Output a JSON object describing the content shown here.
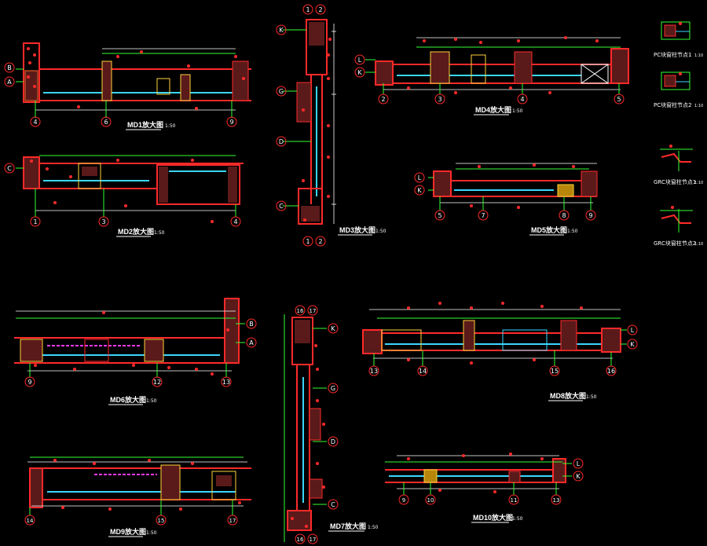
{
  "drawings": [
    {
      "id": "md1",
      "title": "MD1放大图",
      "scale": "1:50",
      "grid_bottom": [
        "4",
        "6",
        "9"
      ],
      "grid_side": [
        "B",
        "A"
      ]
    },
    {
      "id": "md2",
      "title": "MD2放大图",
      "scale": "1:50",
      "grid_bottom": [
        "1",
        "3",
        "4"
      ],
      "grid_side": [
        "C"
      ]
    },
    {
      "id": "md3",
      "title": "MD3放大图",
      "scale": "1:50",
      "grid_top": [
        "1",
        "2"
      ],
      "grid_bottom": [
        "1",
        "2"
      ],
      "grid_side": [
        "K",
        "G",
        "D",
        "C"
      ]
    },
    {
      "id": "md4",
      "title": "MD4放大图",
      "scale": "1:50",
      "grid_bottom": [
        "2",
        "3",
        "4",
        "5"
      ],
      "grid_side": [
        "L",
        "K"
      ]
    },
    {
      "id": "md5",
      "title": "MD5放大图",
      "scale": "1:50",
      "grid_bottom": [
        "5",
        "7",
        "8",
        "9"
      ],
      "grid_side": [
        "L",
        "K"
      ]
    },
    {
      "id": "md6",
      "title": "MD6放大图",
      "scale": "1:50",
      "grid_bottom": [
        "9",
        "12",
        "13"
      ],
      "grid_side": [
        "B",
        "A"
      ]
    },
    {
      "id": "md7",
      "title": "MD7放大图",
      "scale": "1:50",
      "grid_top": [
        "16",
        "17"
      ],
      "grid_bottom": [
        "16",
        "17"
      ],
      "grid_side": [
        "K",
        "G",
        "D",
        "C"
      ]
    },
    {
      "id": "md8",
      "title": "MD8放大图",
      "scale": "1:50",
      "grid_bottom": [
        "13",
        "14",
        "15",
        "16"
      ],
      "grid_side": [
        "L",
        "K"
      ]
    },
    {
      "id": "md9",
      "title": "MD9放大图",
      "scale": "1:50",
      "grid_bottom": [
        "14",
        "15",
        "17"
      ],
      "grid_side": []
    },
    {
      "id": "md10",
      "title": "MD10放大图",
      "scale": "1:50",
      "grid_bottom": [
        "9",
        "10",
        "11",
        "13"
      ],
      "grid_side": [
        "L",
        "K"
      ]
    }
  ],
  "details": [
    {
      "id": "pc1",
      "title": "PC块窗柱节点1",
      "scale": "1:10"
    },
    {
      "id": "pc2",
      "title": "PC块窗柱节点2",
      "scale": "1:10"
    },
    {
      "id": "grc1",
      "title": "GRC块窗柱节点1",
      "scale": "1:10"
    },
    {
      "id": "grc2",
      "title": "GRC块窗柱节点2",
      "scale": "1:10"
    }
  ],
  "colors": {
    "background": "#000000",
    "wall": "#ff2a2a",
    "glass": "#3ad6ff",
    "dim": "#ffffff",
    "grid_bubble": "#ff2a2a",
    "grid_line": "#33ff33",
    "hatch": "#ffd23a",
    "accent": "#ff3aff",
    "title": "#ffffff"
  }
}
